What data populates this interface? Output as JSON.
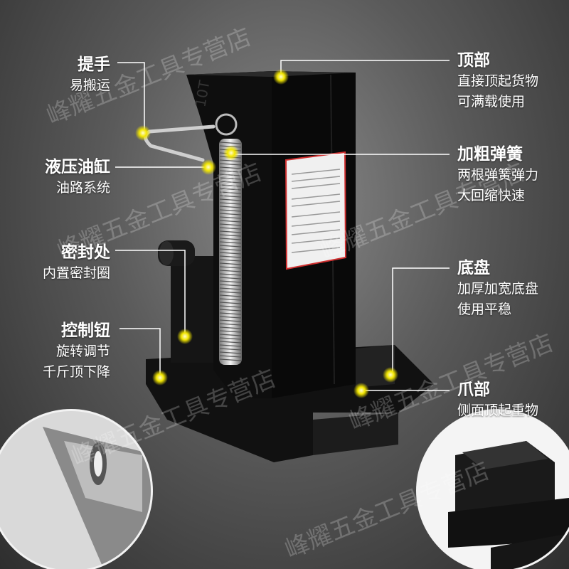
{
  "watermark": "峰耀五金工具专营店",
  "jack_marking": "10T",
  "colors": {
    "accent_dot": "#f2e600",
    "body": "#0c0c0c",
    "label_bg": "#f0f0f0",
    "label_border": "#d03030"
  },
  "left_labels": [
    {
      "title": "提手",
      "lines": [
        "易搬运"
      ]
    },
    {
      "title": "液压油缸",
      "lines": [
        "油路系统"
      ]
    },
    {
      "title": "密封处",
      "lines": [
        "内置密封圈"
      ]
    },
    {
      "title": "控制钮",
      "lines": [
        "旋转调节",
        "千斤顶下降"
      ]
    }
  ],
  "right_labels": [
    {
      "title": "顶部",
      "lines": [
        "直接顶起货物",
        "可满载使用"
      ]
    },
    {
      "title": "加粗弹簧",
      "lines": [
        "两根弹簧弹力",
        "大回缩快速"
      ]
    },
    {
      "title": "底盘",
      "lines": [
        "加厚加宽底盘",
        "使用平稳"
      ]
    },
    {
      "title": "爪部",
      "lines": [
        "侧面顶起重物"
      ]
    }
  ]
}
